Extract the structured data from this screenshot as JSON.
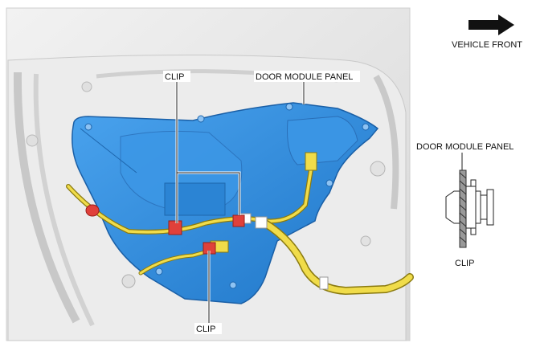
{
  "labels": {
    "clip_top": "CLIP",
    "door_module_panel_main": "DOOR MODULE PANEL",
    "clip_bottom": "CLIP",
    "vehicle_front": "VEHICLE FRONT",
    "door_module_panel_detail": "DOOR MODULE PANEL",
    "clip_detail": "CLIP"
  },
  "colors": {
    "panel_blue": "#2e8fe0",
    "harness_yellow": "#e8d23a",
    "clip_red": "#e0403a",
    "door_gray": "#e6e6e6"
  },
  "icons": {
    "direction_arrow": "arrow-right-icon"
  }
}
